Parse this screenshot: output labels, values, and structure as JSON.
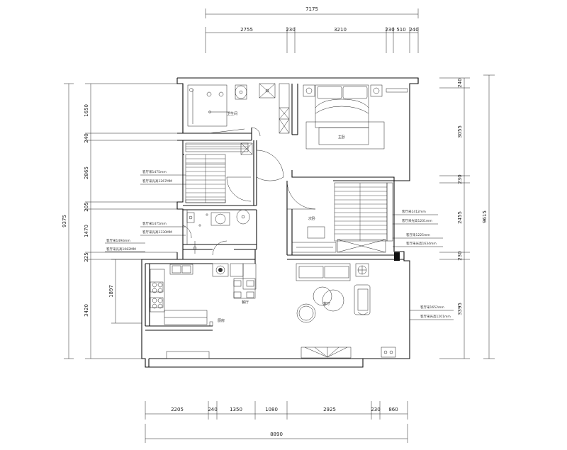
{
  "top_dims": {
    "overall": "7175",
    "segments": [
      "2755",
      "230",
      "3210",
      "230",
      "510",
      "240"
    ]
  },
  "bottom_dims": {
    "overall": "8890",
    "segments": [
      "2205",
      "240",
      "1350",
      "1080",
      "2925",
      "230",
      "860"
    ]
  },
  "left_dims": {
    "overall": "9375",
    "segments": [
      "1650",
      "240",
      "2865",
      "205",
      "1470",
      "225",
      "3420"
    ],
    "inner": "1897"
  },
  "right_dims": {
    "overall": "9615",
    "segments": [
      "240",
      "3055",
      "230",
      "2455",
      "230",
      "3395"
    ]
  },
  "rooms": {
    "bathroom": "卫生间",
    "master_bedroom": "主卧",
    "second_bedroom": "次卧",
    "living_room": "客厅",
    "dining_room": "餐厅",
    "kitchen": "厨房"
  },
  "notes": {
    "n1a": "客厅采1475mm",
    "n1b": "客厅采光高1267MM",
    "n2a": "客厅采1475mm",
    "n2b": "客厅采光高1330MM",
    "n3a": "客厅采1494mm",
    "n3b": "客厅采光高1082MM",
    "n4a": "客厅采1412mm",
    "n4b": "客厅采光高1201mm",
    "n5a": "客厅采1225mm",
    "n5b": "客厅采光高1634mm",
    "n6a": "客厅采1652mm",
    "n6b": "客厅采光高1201mm"
  }
}
